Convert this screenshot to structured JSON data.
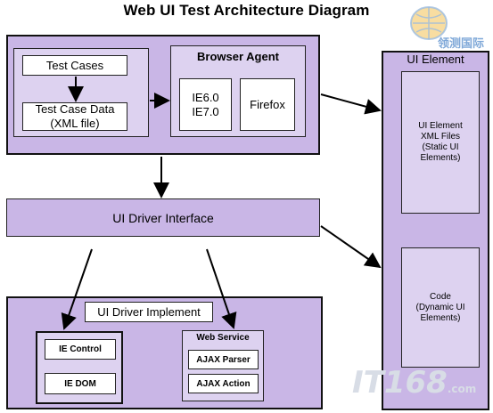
{
  "title": "Web UI Test Architecture Diagram",
  "top_left": {
    "test_cases": "Test Cases",
    "test_case_data_line1": "Test Case Data",
    "test_case_data_line2": "(XML file)"
  },
  "browser_agent": {
    "title": "Browser Agent",
    "ie_line1": "IE6.0",
    "ie_line2": "IE7.0",
    "firefox": "Firefox"
  },
  "ui_element": {
    "title": "UI Element",
    "xml_files_lines": [
      "UI Element",
      "XML Files",
      "(Static UI",
      "Elements)"
    ],
    "code_lines": [
      "Code",
      "(Dynamic UI",
      "Elements)"
    ]
  },
  "ui_driver_interface": "UI Driver Interface",
  "ui_driver_implement": {
    "title": "UI Driver Implement",
    "ie_control": "IE Control",
    "ie_dom": "IE DOM",
    "web_service": "Web Service",
    "ajax_parser": "AJAX Parser",
    "ajax_action": "AJAX Action"
  },
  "watermark": {
    "logo_cn": "领测国际",
    "site": "IT168",
    "domain": ".com"
  },
  "colors": {
    "purple": "#c9b6e6",
    "lavender": "#ddd2f0",
    "border": "#222222"
  }
}
